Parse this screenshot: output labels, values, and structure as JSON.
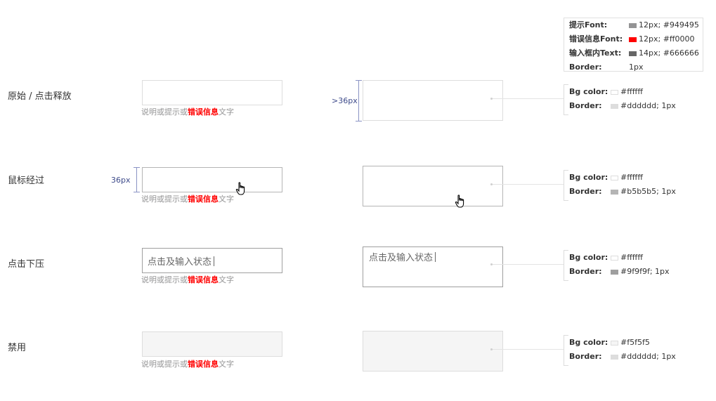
{
  "legend": {
    "hint_key": "提示Font:",
    "hint_val": "12px; #949495",
    "hint_color": "#949495",
    "error_key": "错误信息Font:",
    "error_val": "12px; #ff0000",
    "error_color": "#ff0000",
    "text_key": "输入框内Text:",
    "text_val": "14px; #666666",
    "text_color": "#666666",
    "border_key": "Border:",
    "border_val": "1px"
  },
  "hint": {
    "prefix": "说明或提示或",
    "error": "错误信息",
    "suffix": "文字"
  },
  "dims": {
    "height_default": ">36px",
    "height_hover": "36px"
  },
  "states": [
    {
      "label": "原始 / 点击释放",
      "bg_key": "Bg color:",
      "bg_val": "#ffffff",
      "bg_color": "#ffffff",
      "border_key": "Border:",
      "border_val": "#dddddd; 1px",
      "border_color": "#dddddd"
    },
    {
      "label": "鼠标经过",
      "bg_key": "Bg color:",
      "bg_val": "#ffffff",
      "bg_color": "#ffffff",
      "border_key": "Border:",
      "border_val": "#b5b5b5; 1px",
      "border_color": "#b5b5b5"
    },
    {
      "label": "点击下压",
      "input_text": "点击及输入状态",
      "bg_key": "Bg color:",
      "bg_val": "#ffffff",
      "bg_color": "#ffffff",
      "border_key": "Border:",
      "border_val": "#9f9f9f; 1px",
      "border_color": "#9f9f9f"
    },
    {
      "label": "禁用",
      "bg_key": "Bg color:",
      "bg_val": "#f5f5f5",
      "bg_color": "#f5f5f5",
      "border_key": "Border:",
      "border_val": "#dddddd; 1px",
      "border_color": "#dddddd"
    }
  ],
  "icons": {
    "cursor": "hand-pointer-icon"
  }
}
